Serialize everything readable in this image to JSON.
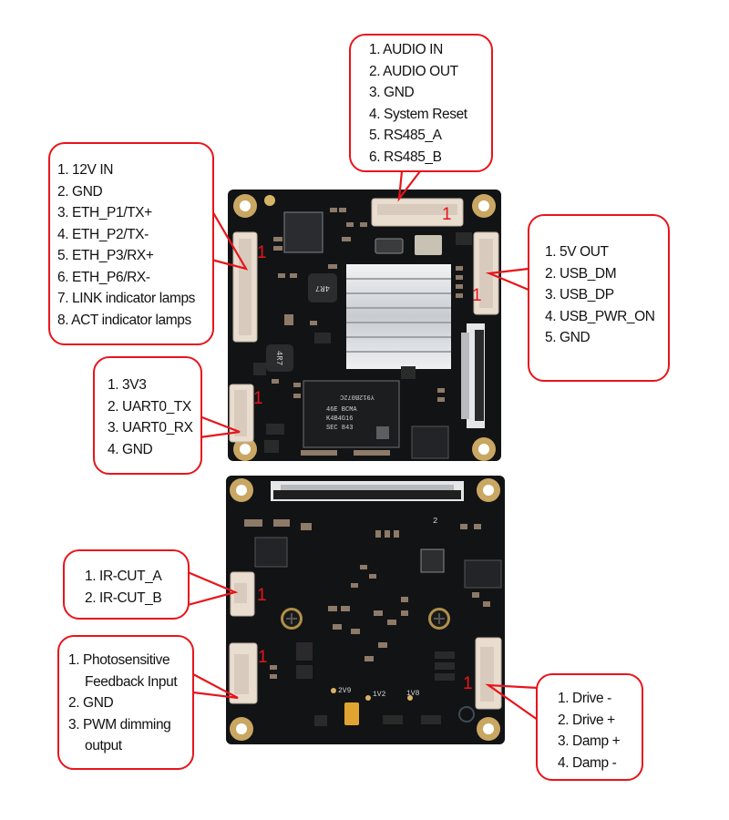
{
  "callouts": {
    "audio_rs485": {
      "lines": [
        "1. AUDIO IN",
        "2. AUDIO OUT",
        "3. GND",
        "4. System Reset",
        "5. RS485_A",
        "6. RS485_B"
      ]
    },
    "power_ethernet": {
      "lines": [
        "1. 12V IN",
        "2. GND",
        "3. ETH_P1/TX+",
        "4. ETH_P2/TX-",
        "5. ETH_P3/RX+",
        "6. ETH_P6/RX-",
        "7. LINK indicator lamps",
        "8. ACT indicator lamps"
      ]
    },
    "usb": {
      "lines": [
        "1. 5V OUT",
        "2. USB_DM",
        "3. USB_DP",
        "4. USB_PWR_ON",
        "5. GND"
      ]
    },
    "uart": {
      "lines": [
        "1. 3V3",
        "2. UART0_TX",
        "3. UART0_RX",
        "4. GND"
      ]
    },
    "ircut": {
      "lines": [
        "1. IR-CUT_A",
        "2. IR-CUT_B"
      ]
    },
    "photosensor": {
      "lines": [
        "1. Photosensitive",
        "Feedback Input",
        "2. GND",
        "3. PWM dimming",
        "output"
      ]
    },
    "iris": {
      "lines": [
        "1. Drive -",
        "2. Drive +",
        "3. Damp +",
        "4. Damp -"
      ]
    }
  },
  "pin1_marker": "1",
  "board_top": {
    "inductor_label": "4R7",
    "memory_chip_lines": [
      "Y912B072C",
      "46E BCMA",
      "K4B4G16",
      "SEC 843"
    ]
  },
  "board_bottom": {
    "fpc_pin_label": "2",
    "test_points": [
      "2V9",
      "1V2",
      "1V8"
    ]
  },
  "colors": {
    "callout_border": "#e8141b",
    "pcb": "#121315",
    "connector": "#e9ddd0",
    "mount_pad": "#c9a762",
    "heatsink": "#d9dcdf"
  }
}
